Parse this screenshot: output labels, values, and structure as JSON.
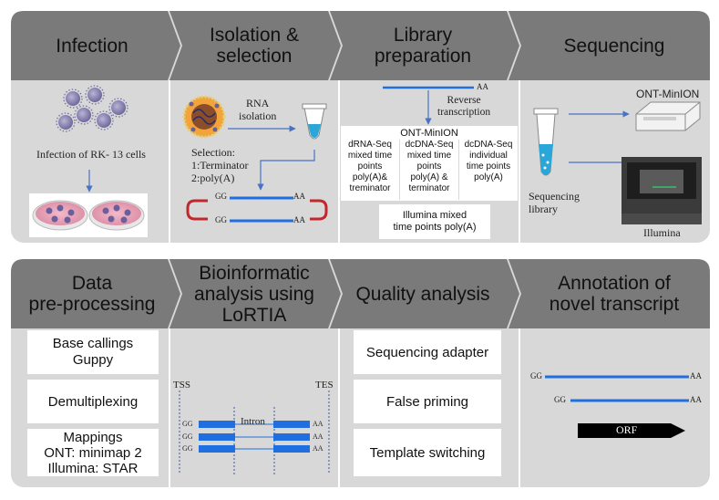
{
  "top": {
    "infection": {
      "title": "Infection",
      "caption": "Infection of RK- 13 cells"
    },
    "isolation": {
      "title": "Isolation &\nselection",
      "rna_isolation": "RNA\nisolation",
      "selection": "Selection:\n1:Terminator\n2:poly(A)",
      "gg1": "GG",
      "aa1": "AA",
      "gg2": "GG",
      "aa2": "AA"
    },
    "library": {
      "title": "Library\npreparation",
      "aa": "AA",
      "reverse_transcription": "Reverse\ntranscription",
      "ont_minion": "ONT-MinION",
      "col1": "dRNA-Seq\nmixed time\npoints\npoly(A)&\ntreminator",
      "col2": "dcDNA-Seq\nmixed time\npoints\npoly(A) &\nterminator",
      "col3": "dcDNA-Seq\nindividual\ntime points\npoly(A)",
      "illumina": "Illumina mixed\ntime points poly(A)"
    },
    "sequencing": {
      "title": "Sequencing",
      "ont_minion": "ONT-MinION",
      "library": "Sequencing\nlibrary",
      "illumina": "Illumina"
    }
  },
  "bottom": {
    "preprocessing": {
      "title": "Data\npre-processing",
      "box1": "Base callings\nGuppy",
      "box2": "Demultiplexing",
      "box3": "Mappings\nONT: minimap 2\nIllumina: STAR"
    },
    "bioinformatic": {
      "title": "Bioinformatic\nanalysis using\nLoRTIA",
      "tss": "TSS",
      "tes": "TES",
      "intron": "Intron",
      "gg": [
        "GG",
        "GG",
        "GG"
      ],
      "aa": [
        "AA",
        "AA",
        "AA"
      ]
    },
    "quality": {
      "title": "Quality analysis",
      "box1": "Sequencing adapter",
      "box2": "False priming",
      "box3": "Template switching"
    },
    "annotation": {
      "title": "Annotation of\nnovel transcript",
      "gg1": "GG",
      "aa1": "AA",
      "gg2": "GG",
      "aa2": "AA",
      "orf": "ORF"
    }
  },
  "colors": {
    "panel_bg": "#d8d8d8",
    "header_chevron": "#7a7a7a",
    "transcript_blue": "#1f6fe0",
    "arrow_blue": "#4a72c4",
    "adapter_red": "#c0282d"
  }
}
